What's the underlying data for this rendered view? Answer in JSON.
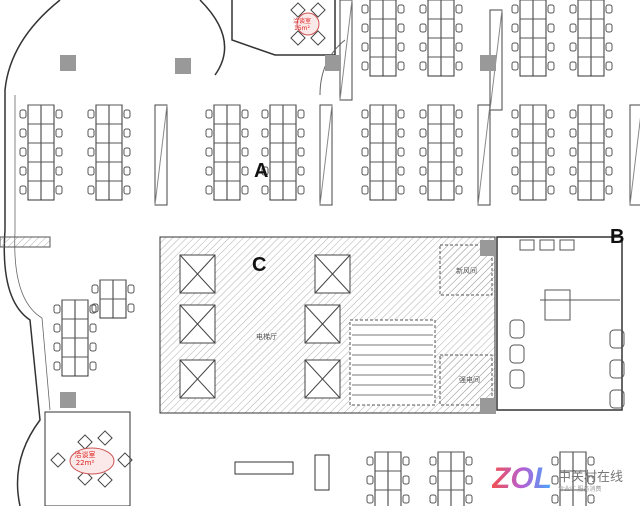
{
  "title": "Office floor plan",
  "zone_labels": {
    "a": "A",
    "b": "B",
    "c": "C"
  },
  "rooms": {
    "elevator_lobby": "电梯厅",
    "room_upper_right": "新风间",
    "room_lower_right": "强电间",
    "meeting_room_bottom": {
      "name": "洽谈室",
      "area": "22m²"
    },
    "meeting_room_top": {
      "name": "洽谈室",
      "area": "15m²"
    }
  },
  "watermark": {
    "logo": "ZOL",
    "name": "中关村在线",
    "slogan": "专业IT 服务消费"
  },
  "colors": {
    "line": "#333333",
    "hatch": "#9a9a9a",
    "room_label": "#d22222"
  }
}
